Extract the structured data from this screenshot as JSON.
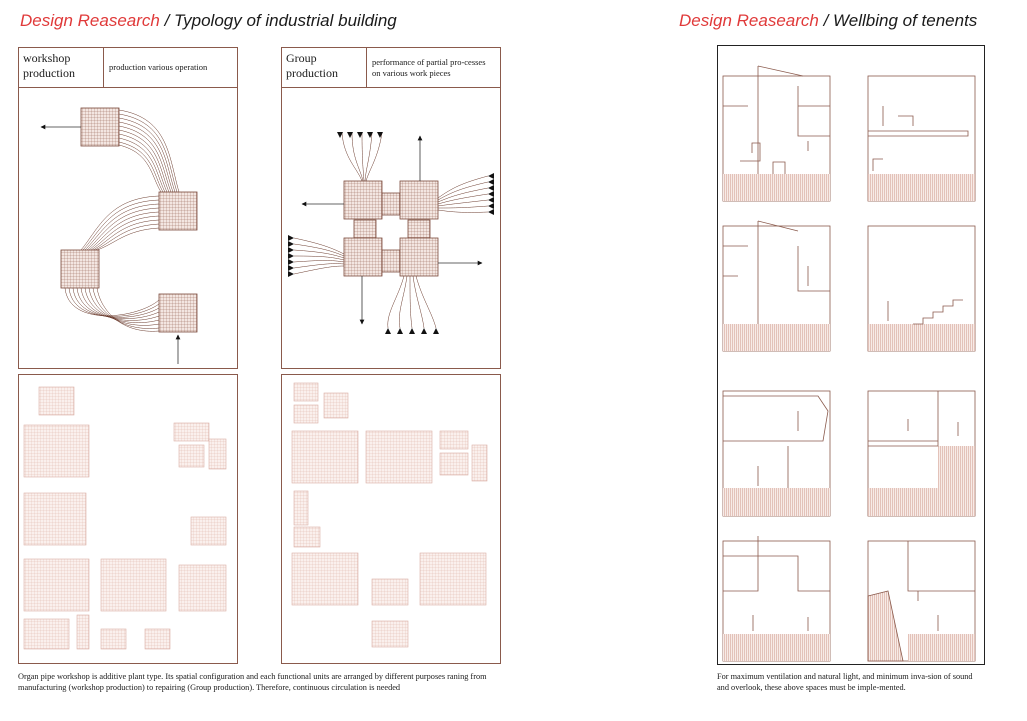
{
  "left": {
    "heading": {
      "accent": "Design Reasearch",
      "rest": " / Typology of industrial building"
    },
    "panels": [
      {
        "name": "workshop production",
        "description": "production various operation"
      },
      {
        "name": "Group production",
        "description": "performance of partial pro-cesses on various work pieces"
      }
    ],
    "caption": "Organ pipe workshop is additive plant type. Its spatial configuration and each functional units are  arranged by different purposes raning from manufacturing (workshop production) to repairing (Group production).  Therefore, continuous circulation is needed"
  },
  "right": {
    "heading": {
      "accent": "Design Reasearch",
      "rest": " / Wellbing of tenents"
    },
    "caption": "For maximum ventilation and natural light, and minimum inva-sion of sound and overlook, these above spaces must be imple-mented."
  },
  "colors": {
    "accent": "#e03a3a",
    "line": "#7a4a3c",
    "hatch_soft": "#e8c9c1"
  }
}
